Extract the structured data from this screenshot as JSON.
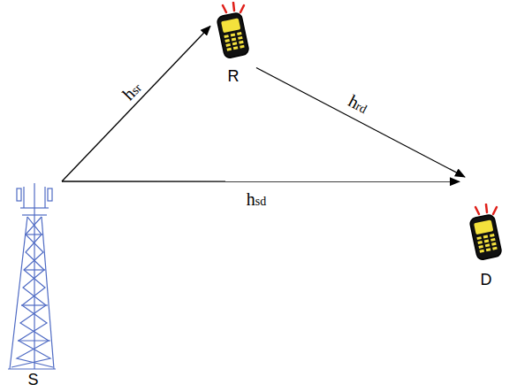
{
  "diagram": {
    "nodes": [
      {
        "text": [
          "S"
        ]
      },
      {
        "text": [
          "R"
        ]
      },
      {
        "text": [
          "D"
        ]
      }
    ],
    "edges": [
      {
        "from": 0,
        "to": 1,
        "arrow": "to",
        "label": "hsr"
      },
      {
        "from": 1,
        "to": 2,
        "arrow": "to",
        "label": "hrd"
      },
      {
        "from": 0,
        "to": 2,
        "arrow": "to",
        "label": "hsd"
      }
    ]
  }
}
